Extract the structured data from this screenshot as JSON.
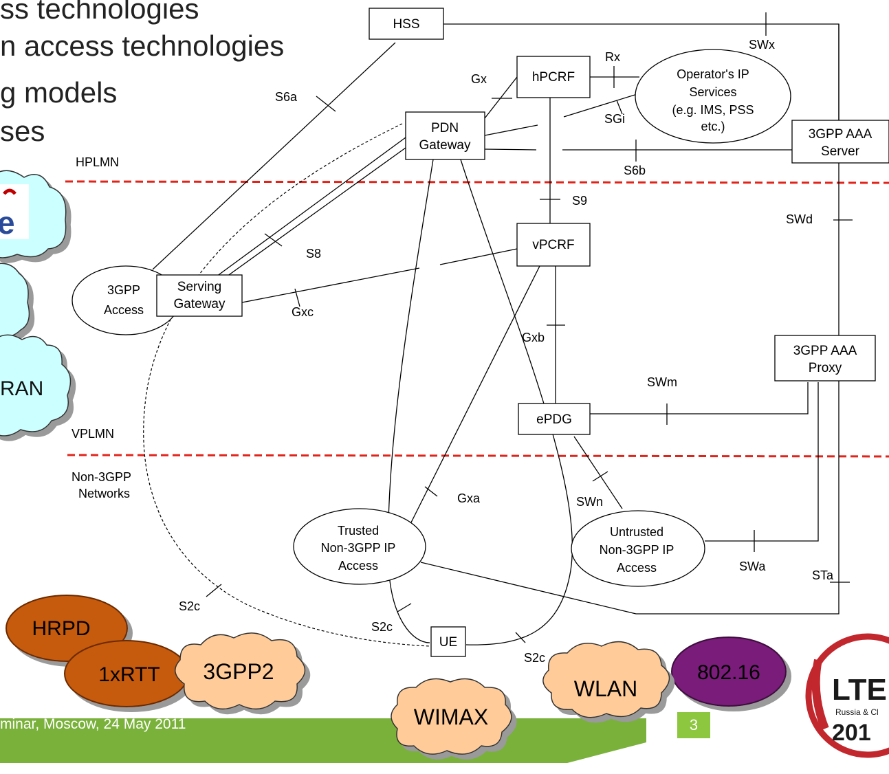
{
  "bullets": [
    "ss technologies",
    "n access technologies",
    "g models",
    "ses"
  ],
  "region_labels": {
    "hplmn": "HPLMN",
    "vplmn": "VPLMN",
    "non3gpp_line1": "Non-3GPP",
    "non3gpp_line2": "Networks"
  },
  "nodes": {
    "hss": "HSS",
    "hpcrf": "hPCRF",
    "pdn_line1": "PDN",
    "pdn_line2": "Gateway",
    "op_line1": "Operator's IP",
    "op_line2": "Services",
    "op_line3": "(e.g. IMS, PSS",
    "op_line4": "etc.)",
    "aaa_server_line1": "3GPP AAA",
    "aaa_server_line2": "Server",
    "vpcrf": "vPCRF",
    "access3gpp_line1": "3GPP",
    "access3gpp_line2": "Access",
    "sgw_line1": "Serving",
    "sgw_line2": "Gateway",
    "aaa_proxy_line1": "3GPP AAA",
    "aaa_proxy_line2": "Proxy",
    "epdg": "ePDG",
    "trusted_line1": "Trusted",
    "trusted_line2": "Non-3GPP IP",
    "trusted_line3": "Access",
    "untrusted_line1": "Untrusted",
    "untrusted_line2": "Non-3GPP IP",
    "untrusted_line3": "Access",
    "ue": "UE"
  },
  "interfaces": {
    "s6a": "S6a",
    "gx": "Gx",
    "rx": "Rx",
    "swx": "SWx",
    "sgi": "SGi",
    "s6b": "S6b",
    "s9": "S9",
    "swd": "SWd",
    "s8": "S8",
    "gxc": "Gxc",
    "gxb": "Gxb",
    "swm": "SWm",
    "gxa": "Gxa",
    "swn": "SWn",
    "swa": "SWa",
    "sta": "STa",
    "s2c_a": "S2c",
    "s2c_b": "S2c",
    "s2c_c": "S2c"
  },
  "clouds": {
    "partial_logo": "e",
    "eutran_tail": "RAN",
    "hrpd": "HRPD",
    "onexrtt": "1xRTT",
    "threegpp2": "3GPP2",
    "wimax": "WIMAX",
    "wlan": "WLAN",
    "ieee80216": "802.16"
  },
  "footer": {
    "text": "minar, Moscow, 24 May 2011",
    "slide_number": "3"
  },
  "logo": {
    "text": "LTE",
    "subtitle": "Russia & Cl",
    "year": "201"
  },
  "colors": {
    "region_line": "#e2231a",
    "cloud_blue": "#ccffff",
    "cloud_orange": "#ffcc99",
    "hrpd": "#c65a11",
    "purple": "#7a1a7a",
    "footer_green": "#79b13a"
  }
}
